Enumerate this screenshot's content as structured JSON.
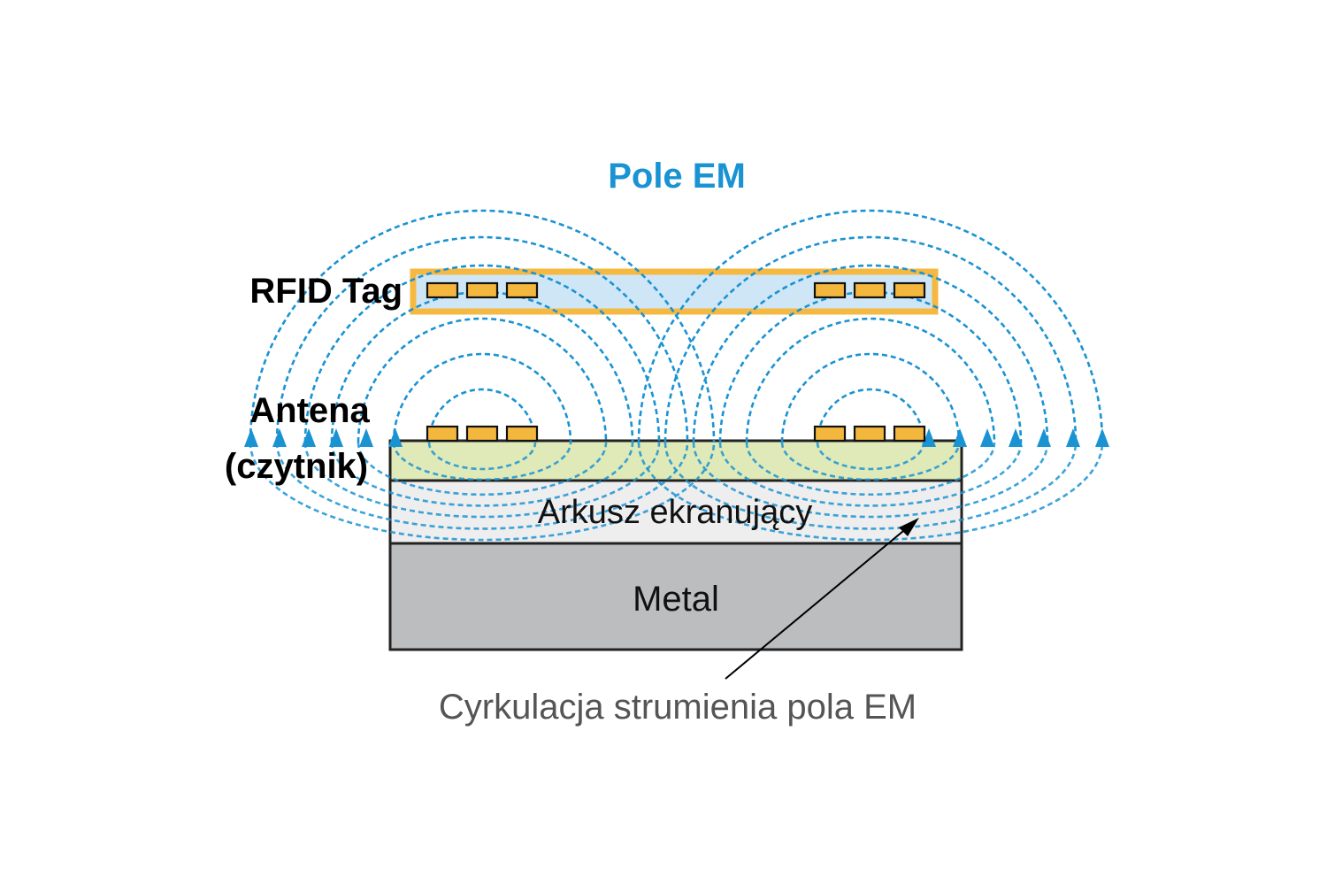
{
  "labels": {
    "field_title": "Pole EM",
    "tag": "RFID Tag",
    "antenna_line1": "Antena",
    "antenna_line2": "(czytnik)",
    "shield_sheet": "Arkusz ekranujący",
    "metal": "Metal",
    "circulation": "Cyrkulacja strumienia pola EM"
  },
  "colors": {
    "field_lines": "#1a93d3",
    "tag_border": "#f5b942",
    "tag_fill": "#cfe6f6",
    "chip_fill": "#f4b73e",
    "antenna_fill": "#dfeab8",
    "sheet_fill": "#eeeeee",
    "metal_fill": "#bcbdbf",
    "text_dark": "#000000",
    "text_gray": "#555555"
  },
  "icons": {
    "field_arrow": "triangle-up-icon",
    "chip": "chip-pad-icon"
  }
}
